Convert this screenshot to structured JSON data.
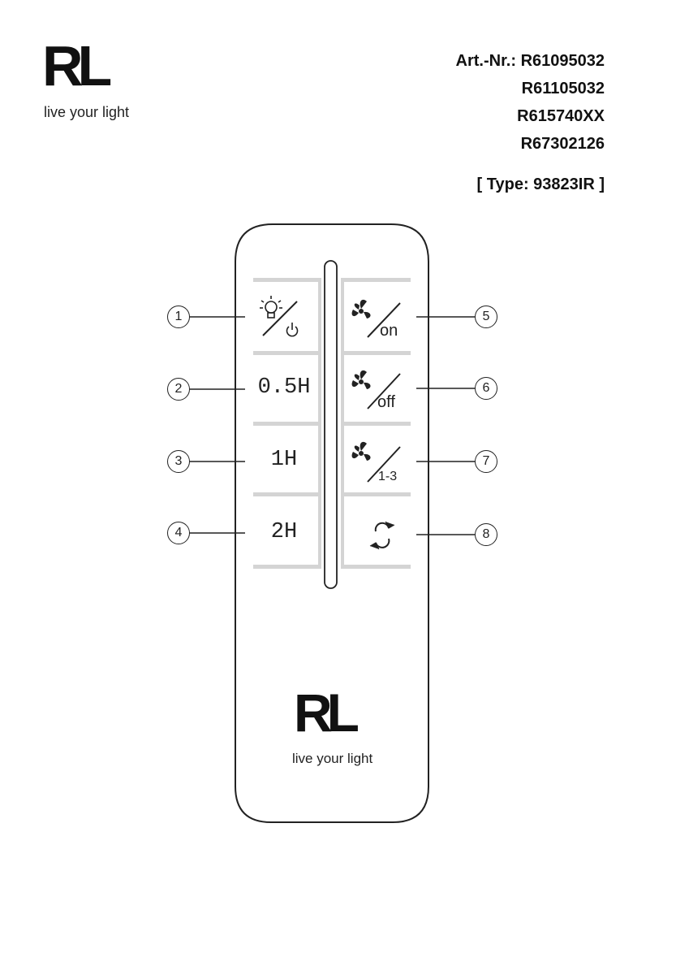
{
  "brand": {
    "logo": "RL",
    "tagline": "live your light"
  },
  "article": {
    "label": "Art.-Nr.:",
    "numbers": [
      "R61095032",
      "R61105032",
      "R615740XX",
      "R67302126"
    ]
  },
  "type_line": "[ Type: 93823IR ]",
  "remote": {
    "buttons": [
      {
        "num": "1",
        "icon": "light-bulb-power-icon"
      },
      {
        "num": "2",
        "label": "0.5H"
      },
      {
        "num": "3",
        "label": "1H"
      },
      {
        "num": "4",
        "label": "2H"
      },
      {
        "num": "5",
        "icon": "fan-icon",
        "sub": "on"
      },
      {
        "num": "6",
        "icon": "fan-icon",
        "sub": "off"
      },
      {
        "num": "7",
        "icon": "fan-icon",
        "sub": "1-3"
      },
      {
        "num": "8",
        "icon": "reverse-arrows-icon"
      }
    ]
  },
  "colors": {
    "outline": "#222222",
    "separator": "#d4d4d4"
  }
}
